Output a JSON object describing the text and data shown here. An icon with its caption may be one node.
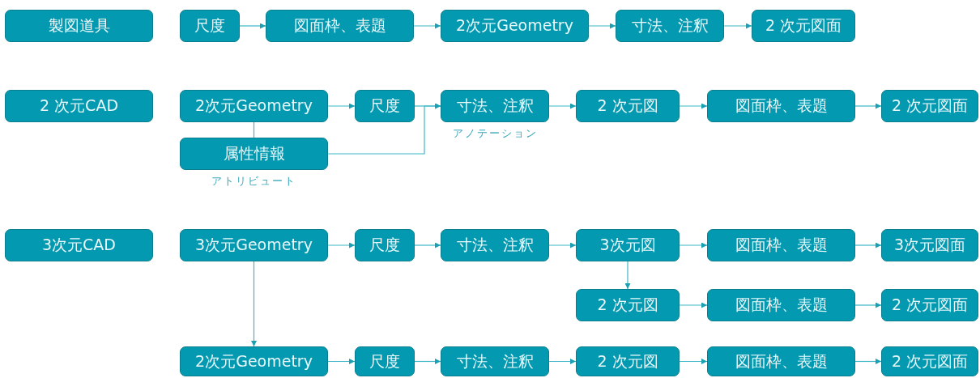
{
  "diagram": {
    "nodes": [
      {
        "text": [
          "製図道具"
        ]
      },
      {
        "text": [
          "尺度"
        ]
      },
      {
        "text": [
          "図面枠、表題"
        ]
      },
      {
        "text": [
          "2次元Geometry"
        ]
      },
      {
        "text": [
          "寸法、注釈"
        ]
      },
      {
        "text": [
          "2 次元図面"
        ]
      },
      {
        "text": [
          "2 次元CAD"
        ]
      },
      {
        "text": [
          "2次元Geometry"
        ]
      },
      {
        "text": [
          "尺度"
        ]
      },
      {
        "text": [
          "寸法、注釈"
        ],
        "beside": [
          "アノテーション"
        ]
      },
      {
        "text": [
          "2 次元図"
        ]
      },
      {
        "text": [
          "図面枠、表題"
        ]
      },
      {
        "text": [
          "2 次元図面"
        ]
      },
      {
        "text": [
          "属性情報"
        ],
        "beside": [
          "アトリビュート"
        ]
      },
      {
        "text": [
          "3次元CAD"
        ]
      },
      {
        "text": [
          "3次元Geometry"
        ]
      },
      {
        "text": [
          "尺度"
        ]
      },
      {
        "text": [
          "寸法、注釈"
        ]
      },
      {
        "text": [
          "3次元図"
        ]
      },
      {
        "text": [
          "図面枠、表題"
        ]
      },
      {
        "text": [
          "3次元図面"
        ]
      },
      {
        "text": [
          "2 次元図"
        ]
      },
      {
        "text": [
          "図面枠、表題"
        ]
      },
      {
        "text": [
          "2 次元図面"
        ]
      },
      {
        "text": [
          "2次元Geometry"
        ]
      },
      {
        "text": [
          "尺度"
        ]
      },
      {
        "text": [
          "寸法、注釈"
        ]
      },
      {
        "text": [
          "2 次元図"
        ]
      },
      {
        "text": [
          "図面枠、表題"
        ]
      },
      {
        "text": [
          "2 次元図面"
        ]
      }
    ],
    "edges": [
      {
        "from": 1,
        "to": 2,
        "arrow": "to"
      },
      {
        "from": 2,
        "to": 3,
        "arrow": "to"
      },
      {
        "from": 3,
        "to": 4,
        "arrow": "to"
      },
      {
        "from": 4,
        "to": 5,
        "arrow": "to"
      },
      {
        "from": 7,
        "to": 8,
        "arrow": "to"
      },
      {
        "from": 7,
        "to": 13,
        "arrow": "none"
      },
      {
        "from": 8,
        "to": 9,
        "arrow": "to"
      },
      {
        "from": 13,
        "to": 9,
        "arrow": "to"
      },
      {
        "from": 9,
        "to": 10,
        "arrow": "to"
      },
      {
        "from": 10,
        "to": 11,
        "arrow": "to"
      },
      {
        "from": 11,
        "to": 12,
        "arrow": "to"
      },
      {
        "from": 15,
        "to": 16,
        "arrow": "to"
      },
      {
        "from": 16,
        "to": 17,
        "arrow": "to"
      },
      {
        "from": 17,
        "to": 18,
        "arrow": "to"
      },
      {
        "from": 18,
        "to": 19,
        "arrow": "to"
      },
      {
        "from": 19,
        "to": 20,
        "arrow": "to"
      },
      {
        "from": 18,
        "to": 21,
        "arrow": "to"
      },
      {
        "from": 21,
        "to": 22,
        "arrow": "to"
      },
      {
        "from": 22,
        "to": 23,
        "arrow": "to"
      },
      {
        "from": 15,
        "to": 24,
        "arrow": "to"
      },
      {
        "from": 24,
        "to": 25,
        "arrow": "to"
      },
      {
        "from": 25,
        "to": 26,
        "arrow": "to"
      },
      {
        "from": 26,
        "to": 27,
        "arrow": "to"
      },
      {
        "from": 27,
        "to": 28,
        "arrow": "to"
      },
      {
        "from": 28,
        "to": 29,
        "arrow": "to"
      }
    ]
  }
}
